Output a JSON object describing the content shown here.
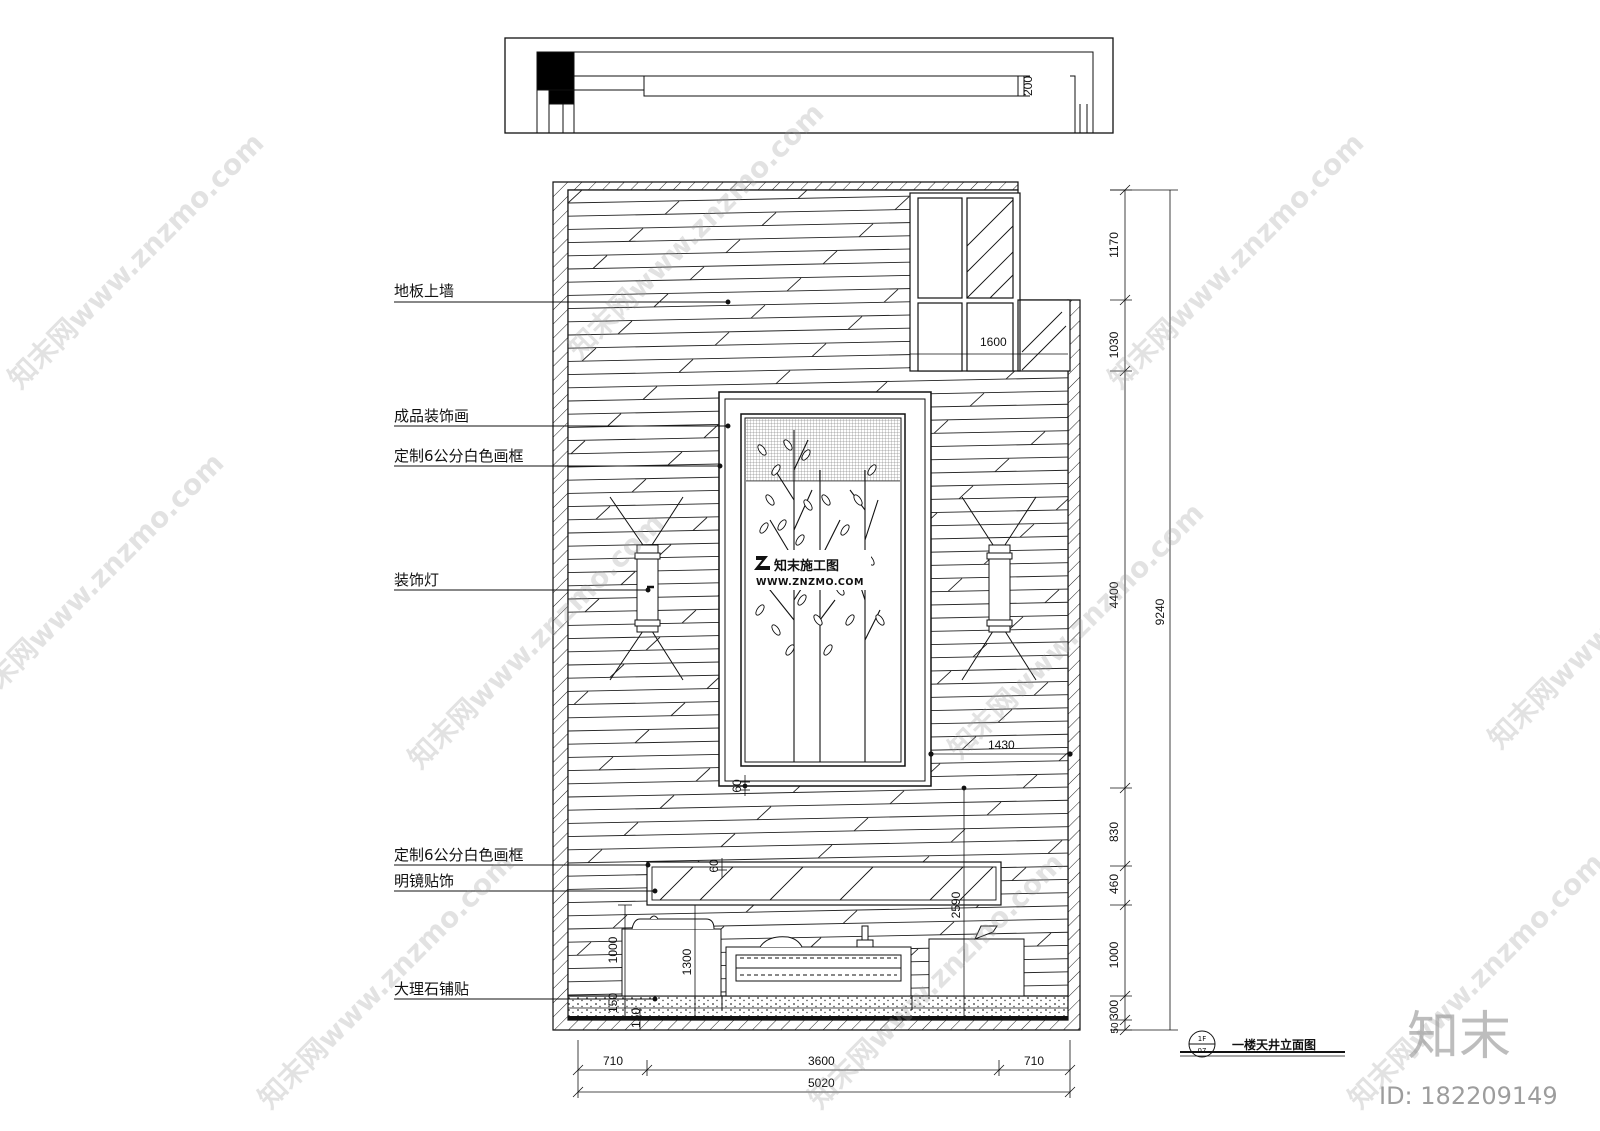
{
  "labels": {
    "floor_on_wall": "地板上墙",
    "decorative_painting": "成品装饰画",
    "custom_frame_top": "定制6公分白色画框",
    "decorative_lamp": "装饰灯",
    "custom_frame_bottom": "定制6公分白色画框",
    "mirror_decal": "明镜贴饰",
    "marble_tiling": "大理石铺贴"
  },
  "dimensions": {
    "top_plan_200": "200",
    "right_1170": "1170",
    "right_1030": "1030",
    "right_4400": "4400",
    "right_830": "830",
    "right_460": "460",
    "right_1000": "1000",
    "right_300": "300",
    "right_50": "50",
    "total_9240": "9240",
    "shelf_1600": "1600",
    "frame_1430": "1430",
    "frame_60_a": "60",
    "frame_60_b": "60",
    "height_2590": "2590",
    "left_1000": "1000",
    "left_1300": "1300",
    "left_150_a": "150",
    "left_150_b": "150",
    "bottom_710_left": "710",
    "bottom_3600": "3600",
    "bottom_710_right": "710",
    "bottom_5020": "5020"
  },
  "drawing_title": "一楼天井立面图",
  "tag": {
    "top": "1F",
    "bottom": "07"
  },
  "logo": {
    "name": "知末施工图",
    "url": "WWW.ZNZMO.COM"
  },
  "brand_mark": "知末",
  "image_id": "ID: 182209149",
  "watermark": "知末网www.znzmo.com"
}
